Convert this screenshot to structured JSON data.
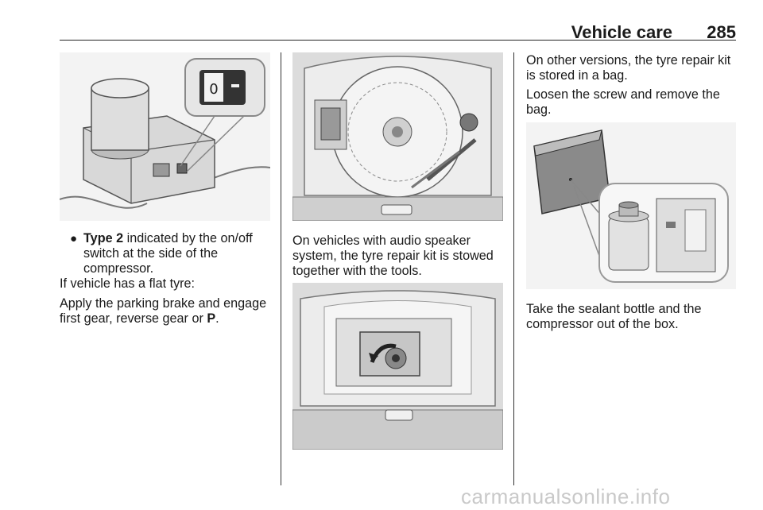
{
  "header": {
    "title": "Vehicle care",
    "page_number": "285"
  },
  "col1": {
    "bullet_symbol": "●",
    "bullet_bold": "Type 2",
    "bullet_line1": " indicated by the on/off",
    "bullet_line2": "switch at the side of the",
    "bullet_line3": "compressor.",
    "para1": "If vehicle has a flat tyre:",
    "para2_line1": "Apply the parking brake and engage",
    "para2_line2_text": "first gear, reverse gear or ",
    "para2_line2_bold": "P",
    "para2_line2_end": "."
  },
  "col2": {
    "para1_line1": "On vehicles with audio speaker",
    "para1_line2": "system, the tyre repair kit is stowed",
    "para1_line3": "together with the tools."
  },
  "col3": {
    "para1_line1": "On other versions, the tyre repair kit",
    "para1_line2": "is stored in a bag.",
    "para2_line1": "Loosen the screw and remove the",
    "para2_line2": "bag.",
    "para3_line1": "Take the sealant bottle and the",
    "para3_line2": "compressor out of the box."
  },
  "footer": {
    "watermark": "carmanualsonline.info"
  }
}
